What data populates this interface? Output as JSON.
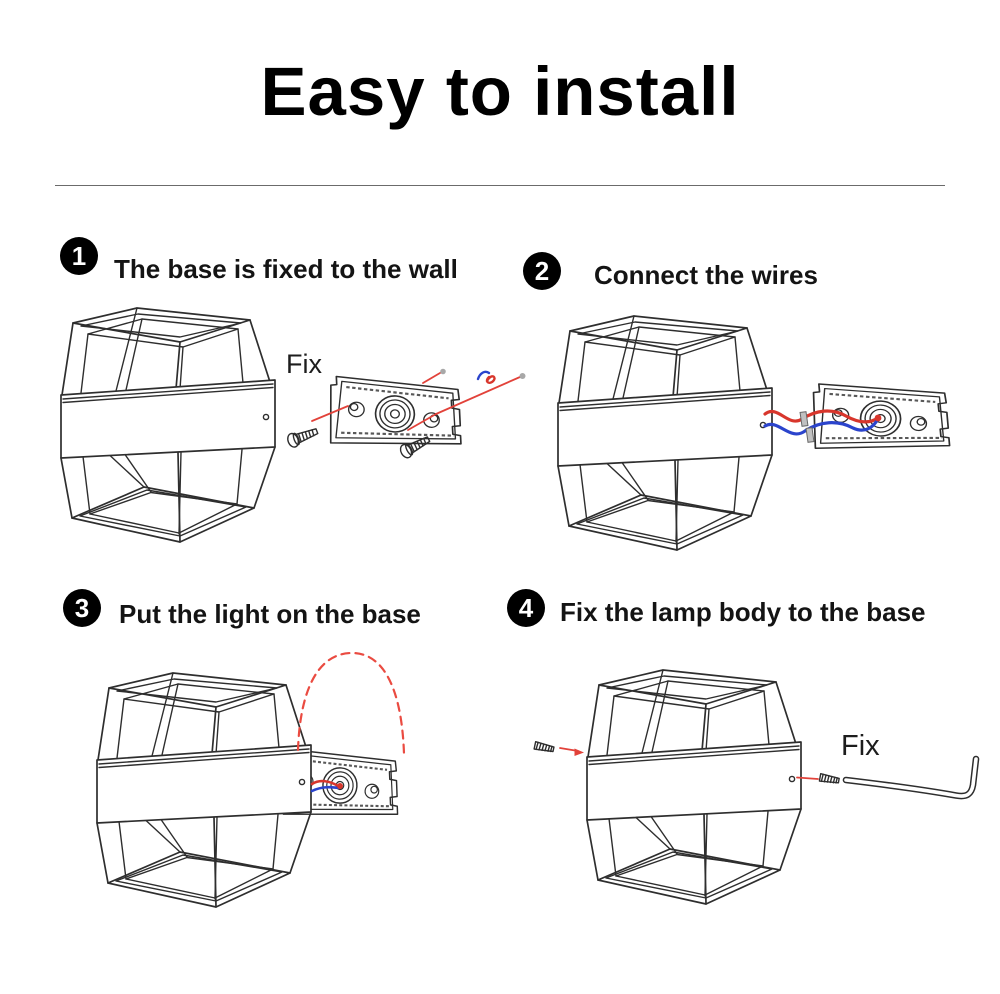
{
  "page": {
    "title": "Easy to install"
  },
  "steps": [
    {
      "number": "1",
      "label": "The base is fixed to the wall",
      "annotation": "Fix"
    },
    {
      "number": "2",
      "label": "Connect the wires"
    },
    {
      "number": "3",
      "label": "Put the light on the base"
    },
    {
      "number": "4",
      "label": "Fix the lamp body to the base",
      "annotation": "Fix"
    }
  ],
  "colors": {
    "line": "#2e2e2e",
    "accent_red": "#e2423a",
    "wire_red": "#d8362c",
    "wire_blue": "#2b44cc",
    "connector_gray": "#c0c0c0",
    "dot_gray": "#a8a8a8",
    "arc_red": "#ea4b41"
  }
}
